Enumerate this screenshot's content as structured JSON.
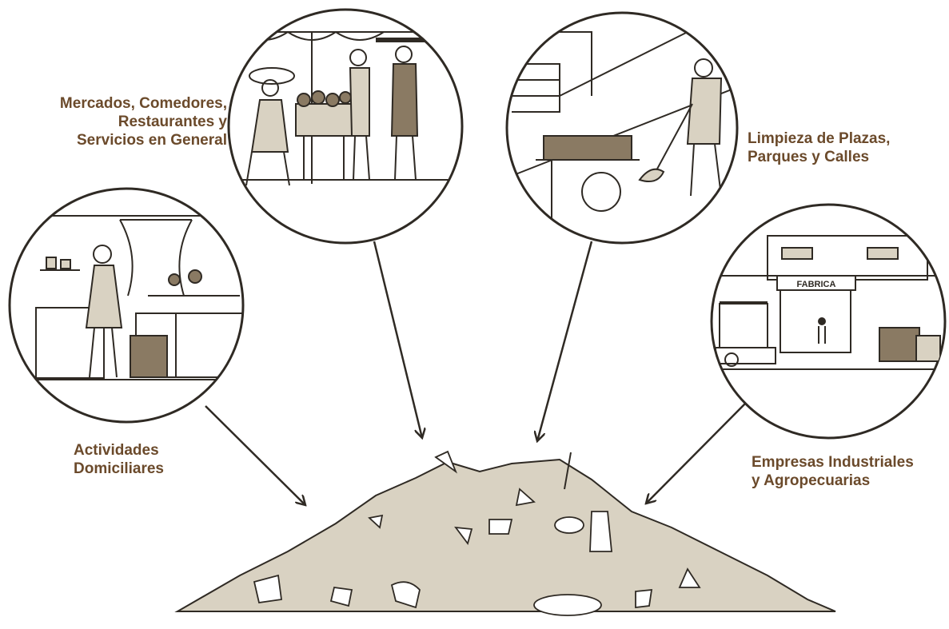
{
  "labels": {
    "mercados": [
      "Mercados, Comedores,",
      "Restaurantes y",
      "Servicios en General"
    ],
    "limpieza": [
      "Limpieza de Plazas,",
      "Parques y Calles"
    ],
    "actividades": [
      "Actividades",
      "Domiciliares"
    ],
    "empresas": [
      "Empresas Industriales",
      "y Agropecuarias"
    ]
  },
  "sign_text": "FABRICA",
  "colors": {
    "line": "#2f2a24",
    "label": "#6b4a2b",
    "fill": "#d9d2c2",
    "dark_fill": "#8a7a63"
  }
}
